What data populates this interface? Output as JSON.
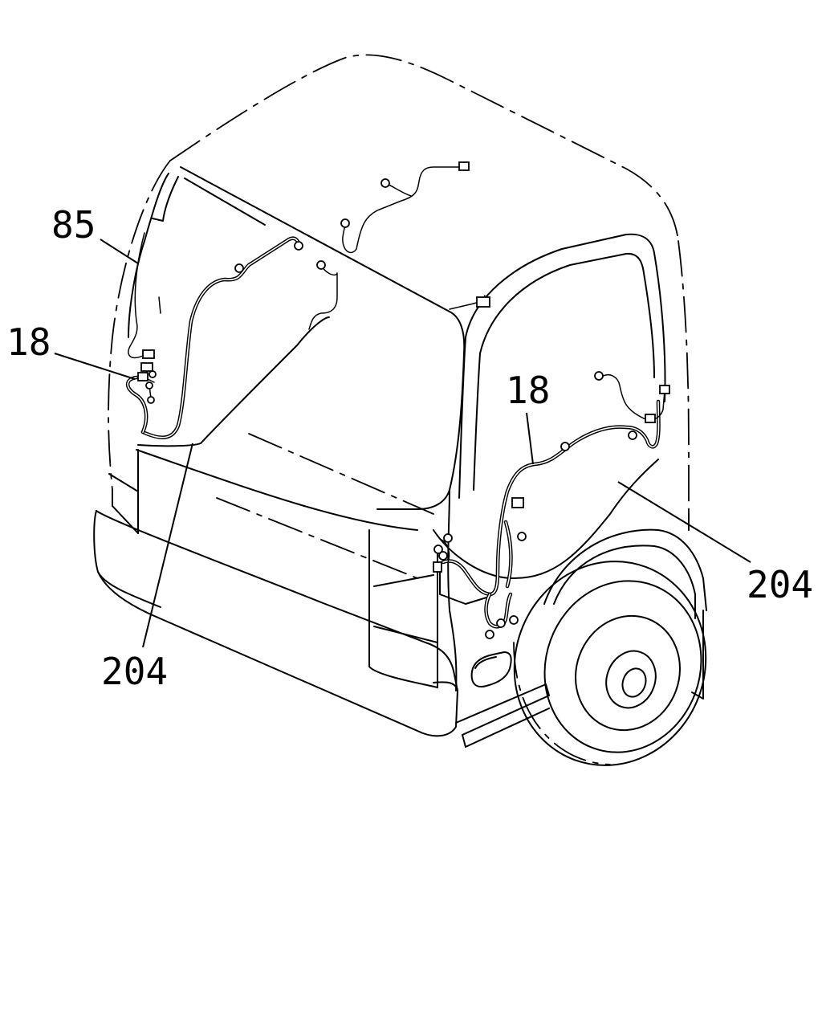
{
  "callouts": {
    "label_85": "85",
    "label_18_left": "18",
    "label_18_right": "18",
    "label_204_right": "204",
    "label_204_bottom": "204"
  }
}
